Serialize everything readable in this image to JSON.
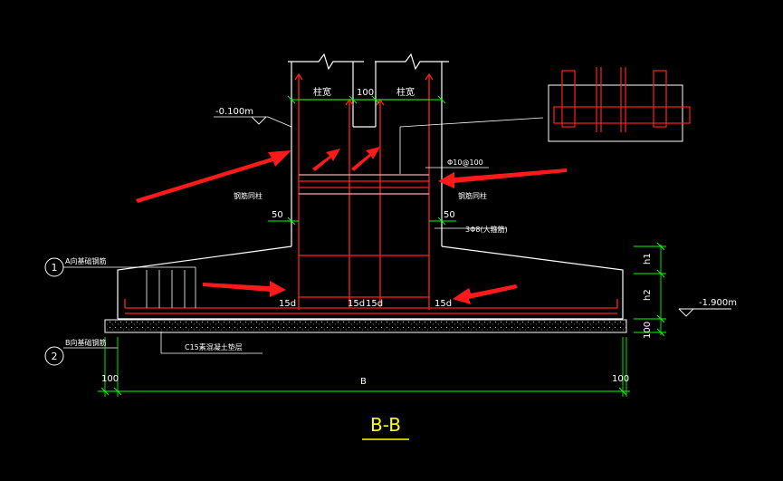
{
  "title": "B-B",
  "column_width_left": "柱宽",
  "column_width_right": "柱宽",
  "column_gap": "100",
  "elev_top": "-0.100m",
  "elev_bottom": "-1.900m",
  "stirrup_spec": "Φ10@100",
  "rebar_note_left": "钢筋同柱",
  "rebar_note_right": "钢筋同柱",
  "bar_spec": "3Φ8(大箍筋)",
  "offset_left": "50",
  "offset_right": "50",
  "anchor_labels": [
    "15d",
    "15d",
    "15d",
    "15d"
  ],
  "label_a": "A向基础钢筋",
  "label_b": "B向基础钢筋",
  "marker_1": "1",
  "marker_2": "2",
  "pad_note": "C15素混凝土垫层",
  "dim_h1": "h1",
  "dim_h2": "h2",
  "dim_pad": "100",
  "dim_left_edge": "100",
  "dim_right_edge": "100",
  "dim_base": "B",
  "colors": {
    "line_white": "#ffffff",
    "rebar_red": "#ff2020",
    "dim_green": "#00ff00",
    "title_yellow": "#ffff00",
    "arrow_red": "#ff1a1a"
  }
}
